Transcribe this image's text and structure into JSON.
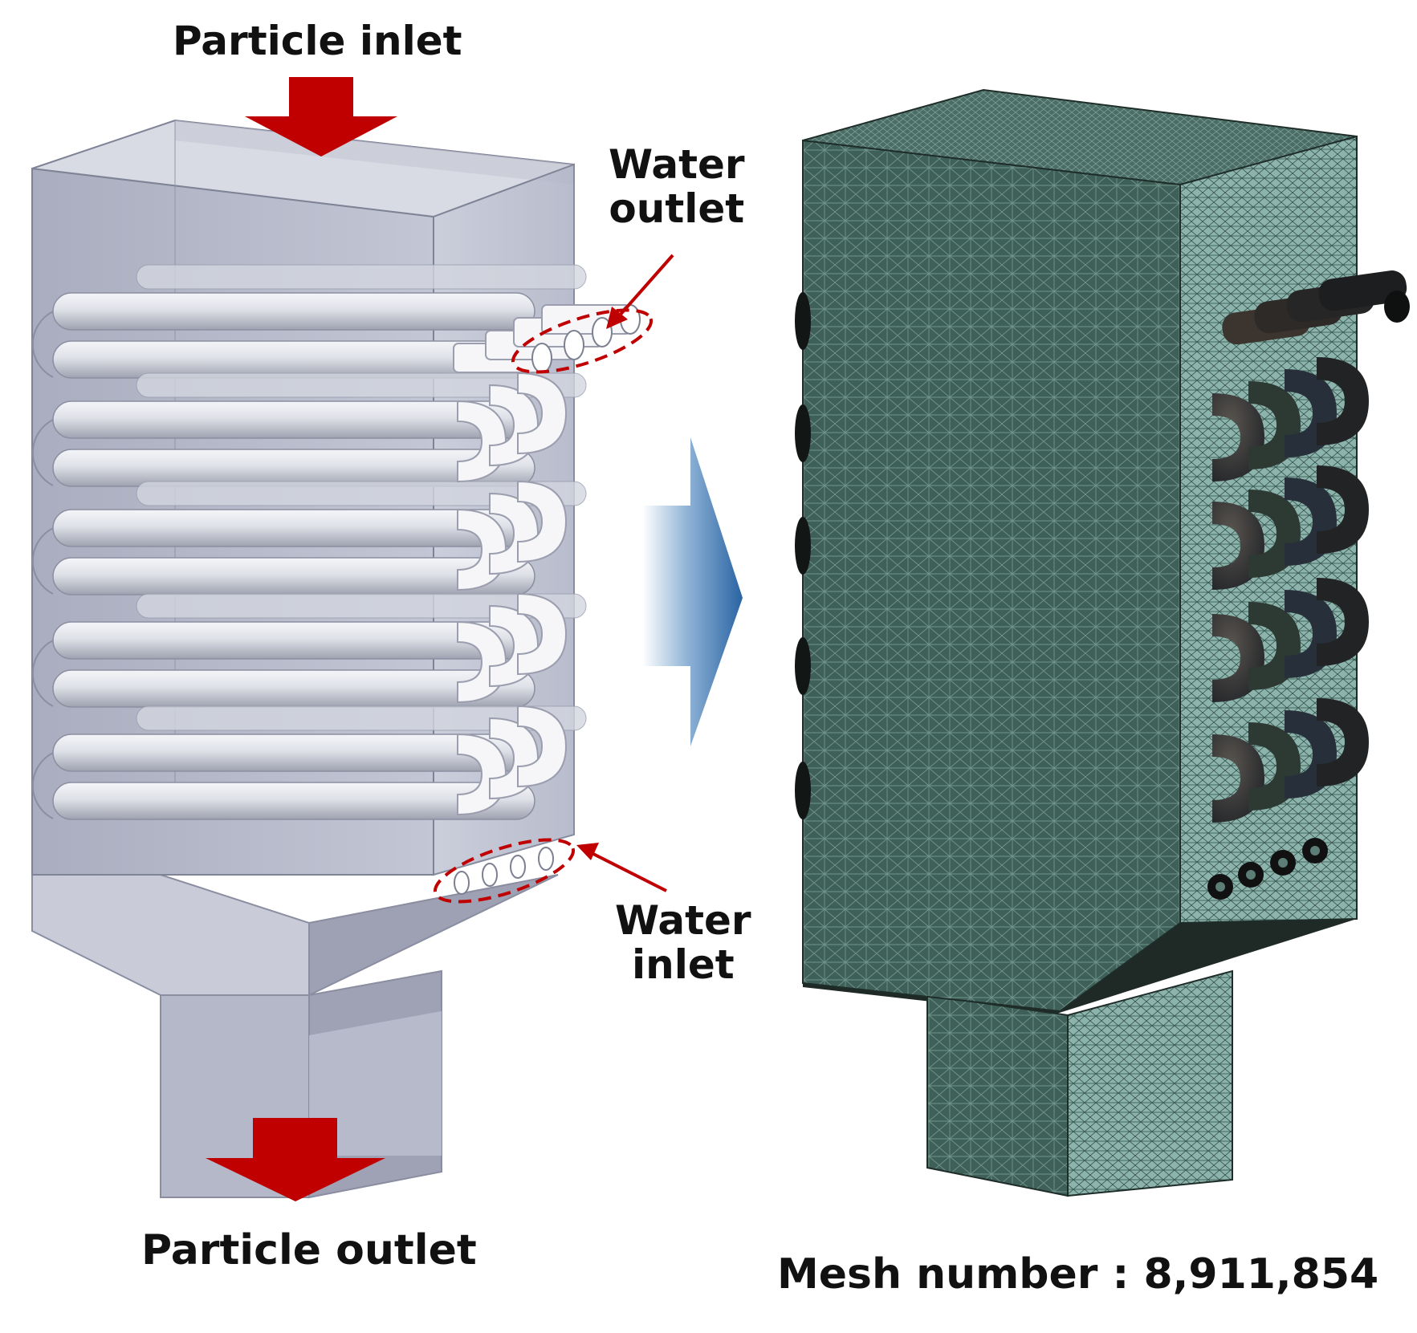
{
  "labels": {
    "particle_inlet": "Particle inlet",
    "water_outlet_line1": "Water",
    "water_outlet_line2": "outlet",
    "water_inlet_line1": "Water",
    "water_inlet_line2": "inlet",
    "particle_outlet": "Particle outlet",
    "mesh_number": "Mesh number : 8,911,854"
  },
  "colors": {
    "flow_arrow": "#c00000",
    "annotation": "#c00000",
    "transition_arrow": "#2f6aa6",
    "housing": "#b8bccc",
    "mesh_dark": "#3a5a52",
    "mesh_light": "#8fb8b0",
    "tube": "#e6e8ee"
  },
  "icons": {
    "inlet_arrow": "down-arrow-icon",
    "outlet_arrow": "down-arrow-icon",
    "transition": "right-arrow-icon"
  }
}
